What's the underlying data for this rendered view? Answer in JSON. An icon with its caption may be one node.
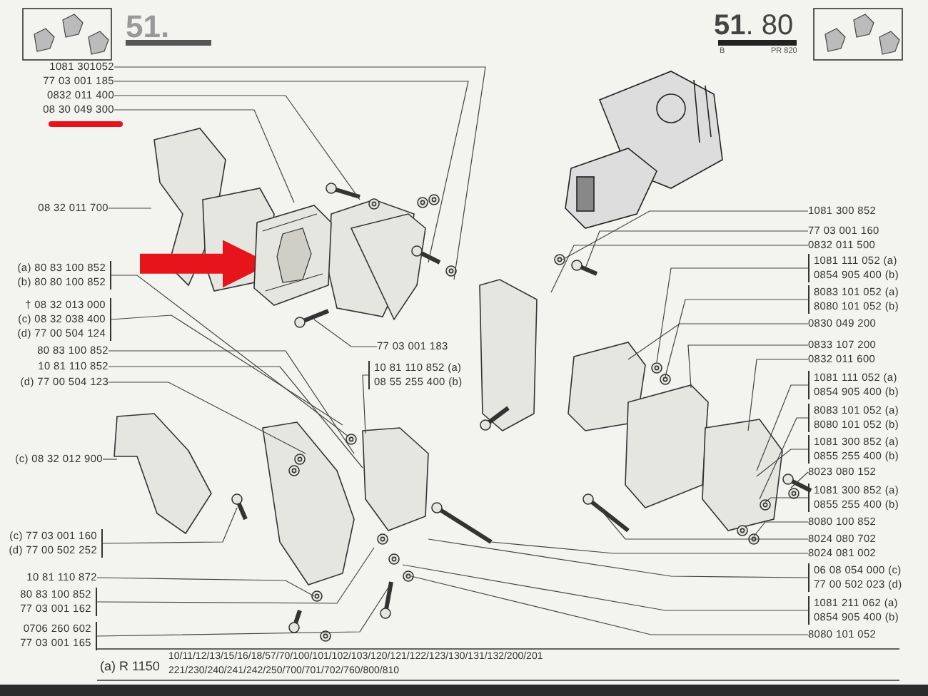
{
  "diagram": {
    "title": "**51**. 80",
    "nodes": [
      {
        "text": [
          "1081 301052"
        ]
      },
      {
        "text": [
          "77 03 001 185"
        ]
      },
      {
        "text": [
          "0832 011 400"
        ]
      },
      {
        "text": [
          "08 30 049 300"
        ]
      },
      {
        "text": [
          "08 32 011 700"
        ]
      },
      {
        "text": [
          "(a) 80 83 100 852",
          "(b) 80 80 100 852"
        ]
      },
      {
        "text": [
          "† 08 32 013 000",
          "(c) 08 32 038 400",
          "(d) 77 00 504 124"
        ]
      },
      {
        "text": [
          "80 83 100 852"
        ]
      },
      {
        "text": [
          "10 81 110 852"
        ]
      },
      {
        "text": [
          "(d) 77 00 504 123"
        ]
      },
      {
        "text": [
          "77 03 001 183"
        ]
      },
      {
        "text": [
          "10 81 110 852 (a)",
          "08 55 255 400 (b)"
        ]
      },
      {
        "text": [
          "(c) 08 32 012 900"
        ]
      },
      {
        "text": [
          "(c) 77 03 001 160",
          "(d) 77 00 502 252"
        ]
      },
      {
        "text": [
          "10 81 110 872"
        ]
      },
      {
        "text": [
          "80 83 100 852",
          "77 03 001 162"
        ]
      },
      {
        "text": [
          "0706 260 602",
          "77 03 001 165"
        ]
      },
      {
        "text": [
          "1081 300 852"
        ]
      },
      {
        "text": [
          "77 03 001 160"
        ]
      },
      {
        "text": [
          "0832 011 500"
        ]
      },
      {
        "text": [
          "1081 111 052 (a)",
          "0854 905 400 (b)"
        ]
      },
      {
        "text": [
          "8083 101 052 (a)",
          "8080 101 052 (b)"
        ]
      },
      {
        "text": [
          "0830 049 200"
        ]
      },
      {
        "text": [
          "0833 107 200"
        ]
      },
      {
        "text": [
          "0832 011 600"
        ]
      },
      {
        "text": [
          "1081 111 052 (a)",
          "0854 905 400 (b)"
        ]
      },
      {
        "text": [
          "8083 101 052 (a)",
          "8080 101 052 (b)"
        ]
      },
      {
        "text": [
          "1081 300 852 (a)",
          "0855 255 400 (b)"
        ]
      },
      {
        "text": [
          "8023 080 152"
        ]
      },
      {
        "text": [
          "1081 300 852 (a)",
          "0855 255 400 (b)"
        ]
      },
      {
        "text": [
          "8080 100 852"
        ]
      },
      {
        "text": [
          "8024 080 702"
        ]
      },
      {
        "text": [
          "8024 081 002"
        ]
      },
      {
        "text": [
          "06 08 054 000 (c)",
          "77 00 502 023 (d)"
        ]
      },
      {
        "text": [
          "1081 211 062 (a)",
          "0854 905 400 (b)"
        ]
      },
      {
        "text": [
          "8080 101 052"
        ]
      },
      {
        "text": [],
        "shape": "picture"
      }
    ],
    "edges": [
      {
        "from": 0,
        "to": null,
        "arrow": "none"
      },
      {
        "from": 1,
        "to": null,
        "arrow": "none"
      },
      {
        "from": 2,
        "to": null,
        "arrow": "none"
      },
      {
        "from": 3,
        "to": 36,
        "arrow": "none"
      },
      {
        "from": 4,
        "to": null,
        "arrow": "none"
      },
      {
        "from": 5,
        "to": null,
        "arrow": "none"
      },
      {
        "from": 6,
        "to": null,
        "arrow": "none"
      },
      {
        "from": 7,
        "to": null,
        "arrow": "none"
      },
      {
        "from": 8,
        "to": null,
        "arrow": "none"
      },
      {
        "from": 9,
        "to": null,
        "arrow": "none"
      },
      {
        "from": 10,
        "to": null,
        "arrow": "none"
      },
      {
        "from": 11,
        "to": null,
        "arrow": "none"
      },
      {
        "from": 12,
        "to": null,
        "arrow": "none"
      },
      {
        "from": 13,
        "to": null,
        "arrow": "none"
      },
      {
        "from": 14,
        "to": null,
        "arrow": "none"
      },
      {
        "from": 15,
        "to": null,
        "arrow": "none"
      },
      {
        "from": 16,
        "to": null,
        "arrow": "none"
      },
      {
        "from": 17,
        "to": null,
        "arrow": "none"
      },
      {
        "from": 18,
        "to": null,
        "arrow": "none"
      },
      {
        "from": 19,
        "to": null,
        "arrow": "none"
      },
      {
        "from": 20,
        "to": null,
        "arrow": "none"
      },
      {
        "from": 21,
        "to": null,
        "arrow": "none"
      },
      {
        "from": 22,
        "to": null,
        "arrow": "none"
      },
      {
        "from": 23,
        "to": null,
        "arrow": "none"
      },
      {
        "from": 24,
        "to": null,
        "arrow": "none"
      },
      {
        "from": 25,
        "to": null,
        "arrow": "none"
      },
      {
        "from": 26,
        "to": null,
        "arrow": "none"
      },
      {
        "from": 27,
        "to": null,
        "arrow": "none"
      },
      {
        "from": 28,
        "to": null,
        "arrow": "none"
      },
      {
        "from": 29,
        "to": null,
        "arrow": "none"
      },
      {
        "from": 30,
        "to": null,
        "arrow": "none"
      },
      {
        "from": 31,
        "to": null,
        "arrow": "none"
      },
      {
        "from": 32,
        "to": null,
        "arrow": "none"
      },
      {
        "from": 33,
        "to": null,
        "arrow": "none"
      },
      {
        "from": 34,
        "to": null,
        "arrow": "none"
      },
      {
        "from": 35,
        "to": null,
        "arrow": "none"
      },
      {
        "from": null,
        "to": 36,
        "arrow": "to",
        "style": "thick",
        "color": "#e8141b"
      }
    ],
    "labels": [
      "51.",
      "B",
      "PR 820",
      "(a) R 1150",
      "10/11/12/13/15/16/18/57/70/100/101/102/103/120/121/122/123/130/131/132/200/201",
      "221/230/240/241/242/250/700/701/702/760/800/810"
    ]
  }
}
